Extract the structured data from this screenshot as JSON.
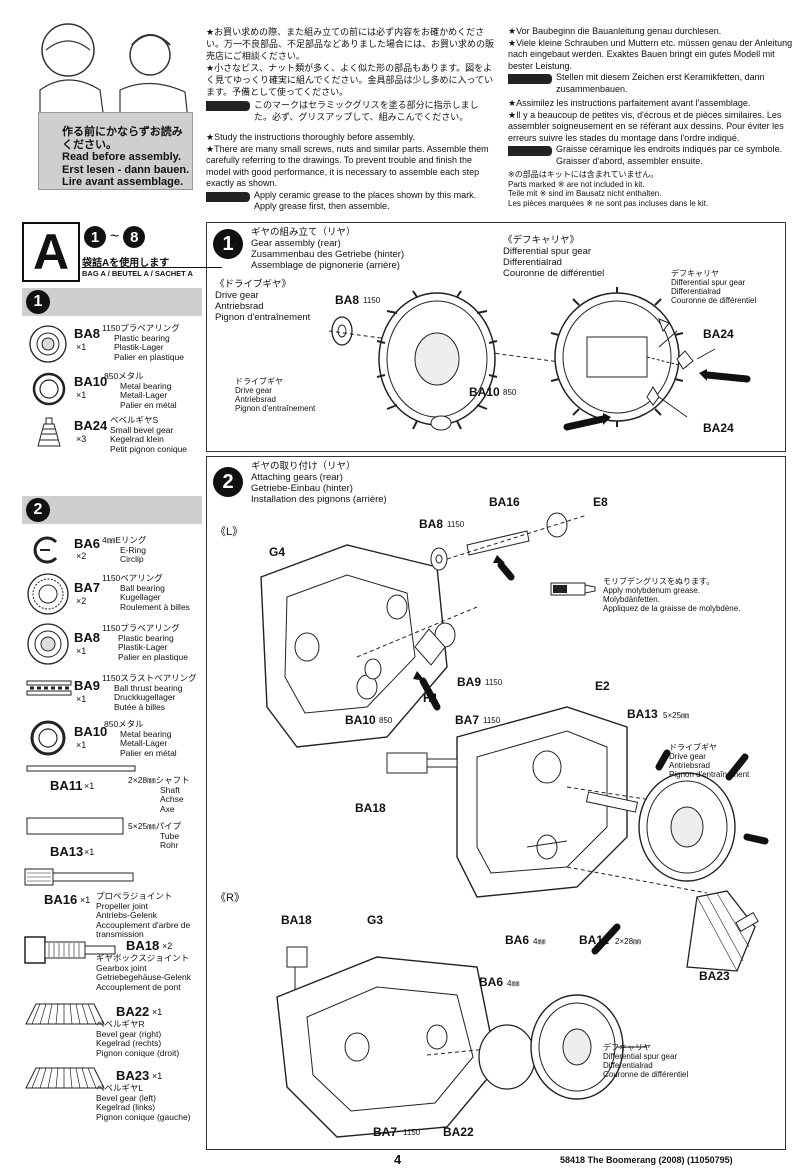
{
  "header": {
    "before_title": "作る前にかならずお読みください。",
    "before_en": "Read before assembly.",
    "before_de": "Erst lesen - dann bauen.",
    "before_fr": "Lire avant assemblage.",
    "jp_notes": [
      "★お買い求めの際、また組み立ての前には必ず内容をお確かめください。万一不良部品、不足部品などありました場合には、お買い求めの販売店にご相談ください。",
      "★小さなビス、ナット類が多く、よく似た形の部品もあります。図をよく見てゆっくり確実に組んでください。金具部品は少し多めに入っています。予備として使ってください。"
    ],
    "jp_grease": "このマークはセラミックグリスを塗る部分に指示しました。必ず、グリスアップして、組みこんでください。",
    "en_notes": [
      "★Study the instructions thoroughly before assembly.",
      "★There are many small screws, nuts and similar parts. Assemble them carefully referring to the drawings. To prevent trouble and finish the model with good performance, it is necessary to assemble each step exactly as shown."
    ],
    "en_grease": "Apply ceramic grease to the places shown by this mark. Apply grease first, then assemble.",
    "de_notes": [
      "★Vor Baubeginn die Bauanleitung genau durchlesen.",
      "★Viele kleine Schrauben und Muttern etc. müssen genau der Anleitung nach eingebaut werden. Exaktes Bauen bringt ein gutes Modell mit bester Leistung."
    ],
    "de_grease": "Stellen mit diesem Zeichen erst Keramikfetten, dann zusammenbauen.",
    "fr_notes": [
      "★Assimilez les instructions parfaitement avant l'assemblage.",
      "★Il y a beaucoup de petites vis, d'écrous et de pièces similaires. Les assembler soigneusement en se référant aux dessins. Pour éviter les erreurs suivre les stades du montage dans l'ordre indiqué."
    ],
    "fr_grease": "Graisse céramique les endroits indiqués par ce symbole. Graisser d'abord, assembler ensuite.",
    "not_included": [
      "※の部品はキットには含まれていません。",
      "Parts marked ※ are not included in kit.",
      "Teile mit ※ sind im Bausatz nicht enthalten.",
      "Les pièces marquées ※ ne sont pas incluses dans le kit."
    ]
  },
  "bag": {
    "letter": "A",
    "range_start": "1",
    "tilde": "~",
    "range_end": "8",
    "jp": "袋詰Aを使用します",
    "multi": "BAG A / BEUTEL A / SACHET A"
  },
  "sidebar": {
    "step1_num": "1",
    "step2_num": "2",
    "step1_parts": [
      {
        "code": "BA8",
        "qty": "×1",
        "jp": "1150プラベアリング",
        "en": "Plastic bearing",
        "de": "Plastik-Lager",
        "fr": "Palier en plastique"
      },
      {
        "code": "BA10",
        "qty": "×1",
        "jp": "850メタル",
        "en": "Metal bearing",
        "de": "Metall-Lager",
        "fr": "Palier en métal"
      },
      {
        "code": "BA24",
        "qty": "×3",
        "jp": "ベベルギヤS",
        "en": "Small bevel gear",
        "de": "Kegelrad klein",
        "fr": "Petit pignon conique"
      }
    ],
    "step2_parts": [
      {
        "code": "BA6",
        "qty": "×2",
        "jp": "4㎜Eリング",
        "en": "E-Ring",
        "de": "Circlip",
        "fr": ""
      },
      {
        "code": "BA7",
        "qty": "×2",
        "jp": "1150ベアリング",
        "en": "Ball bearing",
        "de": "Kugellager",
        "fr": "Roulement à billes"
      },
      {
        "code": "BA8",
        "qty": "×1",
        "jp": "1150プラベアリング",
        "en": "Plastic bearing",
        "de": "Plastik-Lager",
        "fr": "Palier en plastique"
      },
      {
        "code": "BA9",
        "qty": "×1",
        "jp": "1150スラストベアリング",
        "en": "Ball thrust bearing",
        "de": "Druckkugellager",
        "fr": "Butée à billes"
      },
      {
        "code": "BA10",
        "qty": "×1",
        "jp": "850メタル",
        "en": "Metal bearing",
        "de": "Metall-Lager",
        "fr": "Palier en métal"
      },
      {
        "code": "BA11",
        "qty": "×1",
        "jp": "2×28㎜シャフト",
        "en": "Shaft",
        "de": "Achse",
        "fr": "Axe"
      },
      {
        "code": "BA13",
        "qty": "×1",
        "jp": "5×25㎜パイプ",
        "en": "Tube",
        "de": "Rohr",
        "fr": ""
      },
      {
        "code": "BA16",
        "qty": "×1",
        "jp": "プロペラジョイント",
        "en": "Propeller joint",
        "de": "Antriebs-Gelenk",
        "fr": "Accouplement d'arbre de transmission"
      },
      {
        "code": "BA18",
        "qty": "×2",
        "jp": "ギヤボックスジョイント",
        "en": "Gearbox joint",
        "de": "Getriebegehäuse-Gelenk",
        "fr": "Accouplement de pont"
      },
      {
        "code": "BA22",
        "qty": "×1",
        "jp": "ベベルギヤR",
        "en": "Bevel gear (right)",
        "de": "Kegelrad (rechts)",
        "fr": "Pignon conique (droit)"
      },
      {
        "code": "BA23",
        "qty": "×1",
        "jp": "ベベルギヤL",
        "en": "Bevel gear (left)",
        "de": "Kegelrad (links)",
        "fr": "Pignon conique (gauche)"
      }
    ]
  },
  "step1": {
    "num": "1",
    "jp": "ギヤの組み立て（リヤ）",
    "en": "Gear assembly (rear)",
    "de": "Zusammenbau des Getriebe (hinter)",
    "fr": "Assemblage de pignonerie (arrière)",
    "drive_jp": "《ドライブギヤ》",
    "drive_en": "Drive gear",
    "drive_de": "Antriebsrad",
    "drive_fr": "Pignon d'entraînement",
    "diff_jp": "《デフキャリヤ》",
    "diff_en": "Differential spur gear",
    "diff_de": "Differentialrad",
    "diff_fr": "Couronne de différentiel",
    "lbl_ba8": "BA8",
    "lbl_ba8_sz": "1150",
    "lbl_ba10": "BA10",
    "lbl_ba10_sz": "850",
    "lbl_ba24a": "BA24",
    "lbl_ba24b": "BA24",
    "dg_jp": "ドライブギヤ",
    "dc_jp": "デフキャリヤ"
  },
  "step2": {
    "num": "2",
    "jp": "ギヤの取り付け（リヤ）",
    "en": "Attaching gears (rear)",
    "de": "Getriebe-Einbau (hinter)",
    "fr": "Installation des pignons (arrière)",
    "left": "《L》",
    "right": "《R》",
    "moly_jp": "モリブデングリスをぬります。",
    "moly_en": "Apply molybdenum grease.",
    "moly_de": "Molybdänfetten.",
    "moly_fr": "Appliquez de la graisse de molybdène.",
    "labels": {
      "G4": "G4",
      "BA8": "BA8",
      "BA8s": "1150",
      "BA16": "BA16",
      "E8": "E8",
      "H1": "H1",
      "BA9": "BA9",
      "BA9s": "1150",
      "BA10": "BA10",
      "BA10s": "850",
      "BA7": "BA7",
      "BA7s": "1150",
      "E2": "E2",
      "BA13": "BA13",
      "BA13s": "5×25㎜",
      "BA18": "BA18",
      "BA6": "BA6",
      "BA6s": "4㎜",
      "BA11": "BA11",
      "BA11s": "2×28㎜",
      "BA23": "BA23",
      "BA18b": "BA18",
      "G3": "G3",
      "BA6b": "BA6",
      "BA6bs": "4㎜",
      "BA7b": "BA7",
      "BA7bs": "1150",
      "BA22": "BA22"
    },
    "dg_jp": "ドライブギヤ",
    "dg_en": "Drive gear",
    "dg_de": "Antriebsrad",
    "dg_fr": "Pignon d'entraînement",
    "dc_jp": "デフキャリヤ",
    "dc_en": "Differential spur gear",
    "dc_de": "Differentialrad",
    "dc_fr": "Couronne de différentiel"
  },
  "footer": {
    "page": "4",
    "code": "58418 The Boomerang (2008) (11050795)"
  }
}
